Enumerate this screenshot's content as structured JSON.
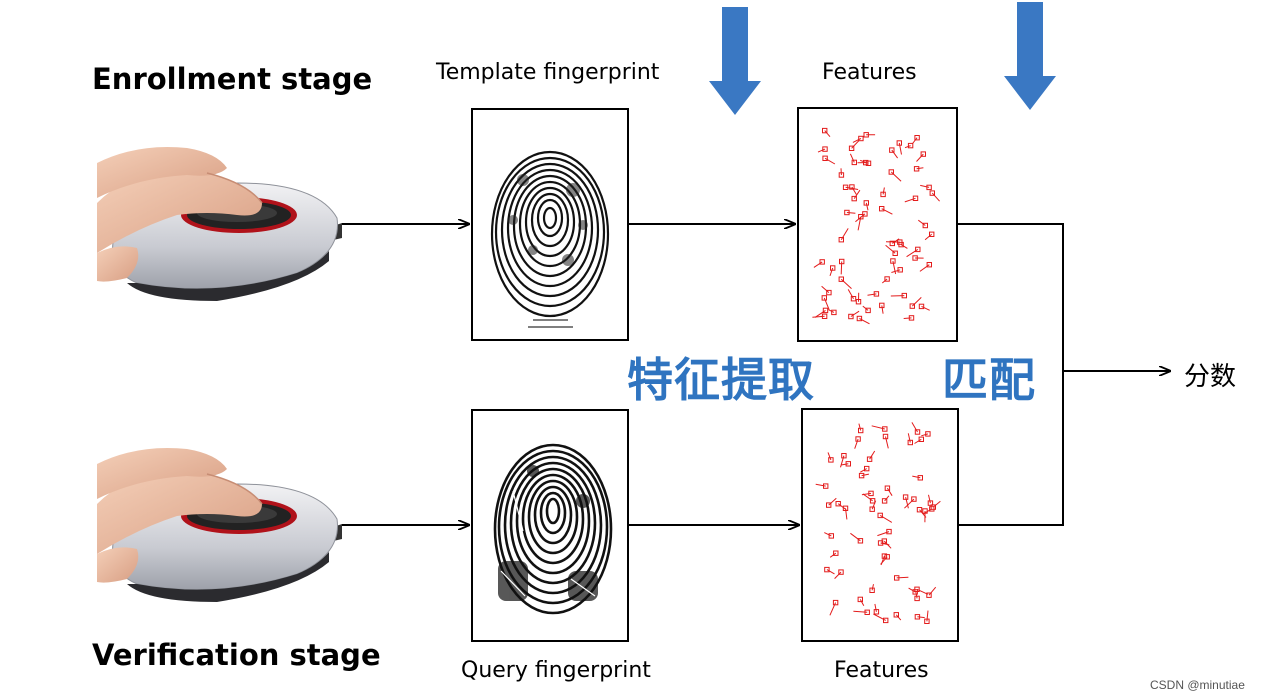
{
  "enrollment": {
    "stage_title": "Enrollment stage",
    "fingerprint_caption": "Template fingerprint",
    "features_caption": "Features"
  },
  "verification": {
    "stage_title": "Verification stage",
    "fingerprint_caption": "Query fingerprint",
    "features_caption": "Features"
  },
  "labels": {
    "feature_extraction": "特征提取",
    "matching": "匹配",
    "score": "分数"
  },
  "watermark": "CSDN @minutiae",
  "colors": {
    "accent_text": "#2f74c0",
    "accent_arrow": "#3a78c3",
    "minutiae": "#e31b1b",
    "line": "#000000"
  }
}
